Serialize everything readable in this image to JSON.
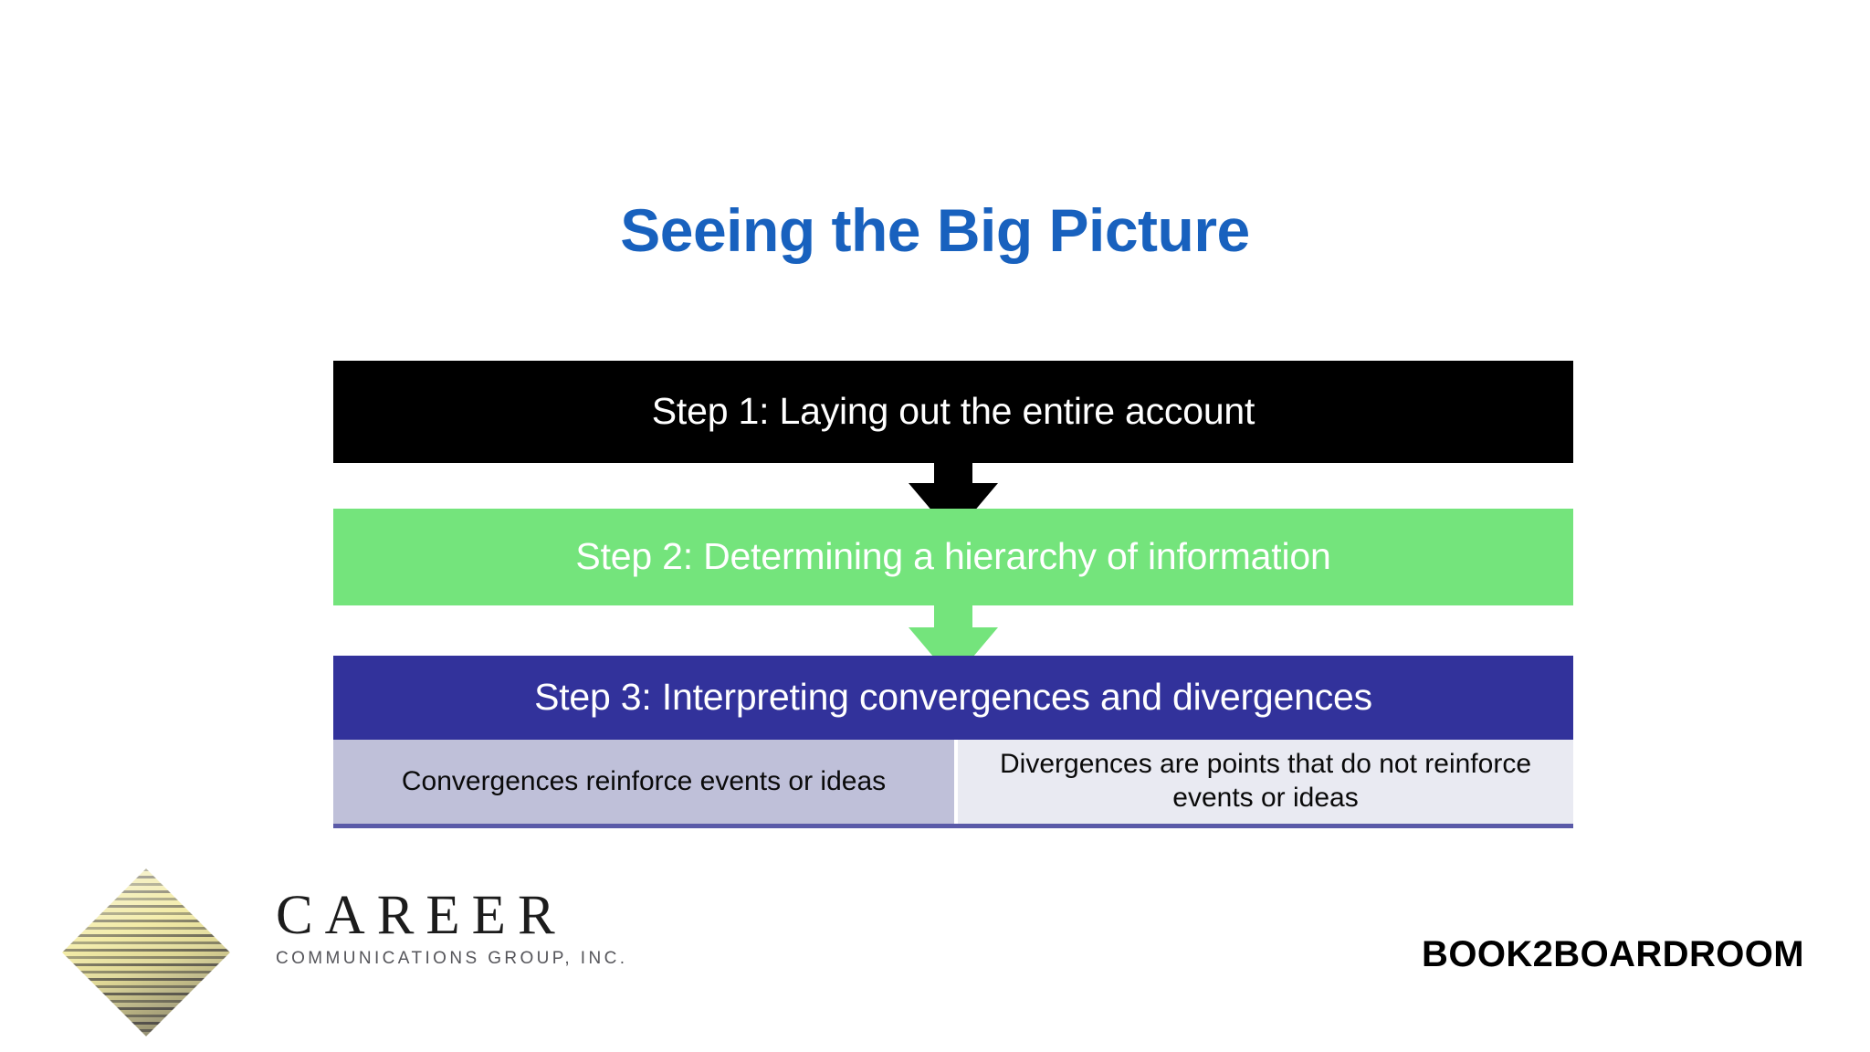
{
  "slide": {
    "title": "Seeing the Big Picture",
    "background_color": "#FFFFFF",
    "title_color": "#1861BE"
  },
  "flow": {
    "steps": [
      {
        "id": "step-1",
        "label": "Step 1: Laying out the entire account",
        "fill": "#000000",
        "text_color": "#FFFFFF"
      },
      {
        "id": "step-2",
        "label": "Step 2: Determining a hierarchy of information",
        "fill": "#74E47C",
        "text_color": "#FFFFFF"
      },
      {
        "id": "step-3",
        "label": "Step 3: Interpreting convergences and divergences",
        "fill": "#32329B",
        "text_color": "#FFFFFF"
      }
    ],
    "connectors": [
      {
        "id": "arrow-1",
        "from": "step-1",
        "to": "step-2",
        "direction": "down",
        "color": "#000000"
      },
      {
        "id": "arrow-2",
        "from": "step-2",
        "to": "step-3",
        "direction": "down",
        "color": "#74E47C"
      }
    ],
    "sub_boxes": [
      {
        "id": "convergences",
        "label": "Convergences reinforce events or ideas",
        "fill": "#BFC0D9",
        "text_color": "#0A0A0A"
      },
      {
        "id": "divergences",
        "label": "Divergences are points that do not reinforce events or ideas",
        "fill": "#E9EAF2",
        "text_color": "#0A0A0A"
      }
    ]
  },
  "footer": {
    "logo": {
      "icon": "diamond-logo-icon",
      "name": "CAREER",
      "tagline": "COMMUNICATIONS GROUP, INC."
    },
    "brand": "BOOK2BOARDROOM"
  }
}
